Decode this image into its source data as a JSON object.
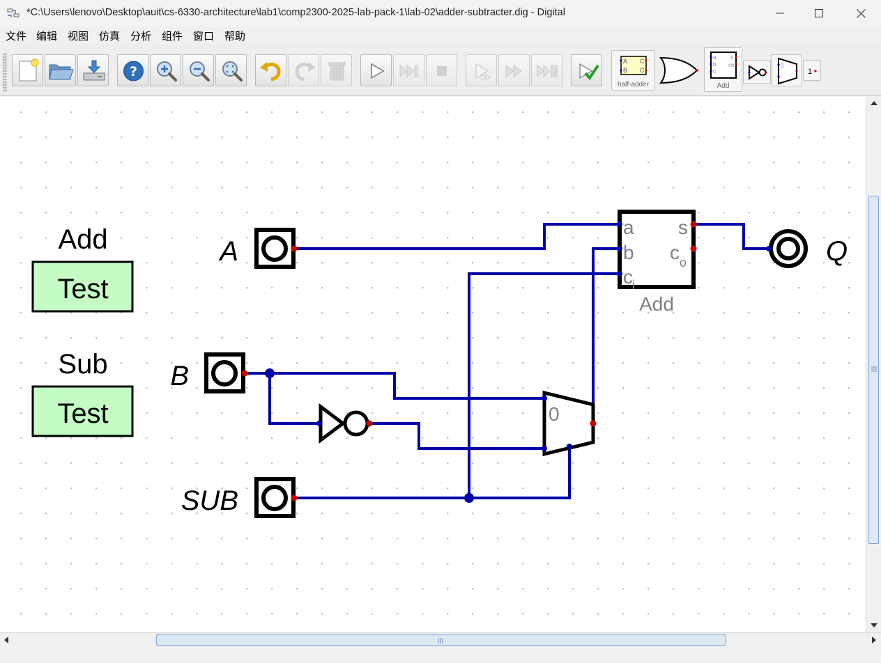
{
  "window": {
    "title": "*C:\\Users\\lenovo\\Desktop\\auit\\cs-6330-architecture\\lab1\\comp2300-2025-lab-pack-1\\lab-02\\adder-subtracter.dig - Digital",
    "controls": {
      "minimize": "minimize-icon",
      "maximize": "maximize-icon",
      "close": "close-icon"
    }
  },
  "menu": [
    "文件",
    "编辑",
    "视图",
    "仿真",
    "分析",
    "组件",
    "窗口",
    "帮助"
  ],
  "toolbar": {
    "buttons": [
      {
        "name": "new-file",
        "icon": "new-file-icon",
        "enabled": true
      },
      {
        "name": "open-file",
        "icon": "folder-open-icon",
        "enabled": true
      },
      {
        "name": "save-file",
        "icon": "save-icon",
        "enabled": true
      },
      {
        "name": "help",
        "icon": "help-icon",
        "enabled": true
      },
      {
        "name": "zoom-in",
        "icon": "zoom-in-icon",
        "enabled": true
      },
      {
        "name": "zoom-out",
        "icon": "zoom-out-icon",
        "enabled": true
      },
      {
        "name": "zoom-fit",
        "icon": "zoom-fit-icon",
        "enabled": true
      },
      {
        "name": "undo",
        "icon": "undo-icon",
        "enabled": true
      },
      {
        "name": "redo",
        "icon": "redo-icon",
        "enabled": false
      },
      {
        "name": "delete",
        "icon": "trash-icon",
        "enabled": false
      },
      {
        "name": "run",
        "icon": "play-icon",
        "enabled": true
      },
      {
        "name": "step",
        "icon": "step-icon",
        "enabled": false
      },
      {
        "name": "stop",
        "icon": "stop-icon",
        "enabled": false
      },
      {
        "name": "single-step",
        "icon": "micro-step-icon",
        "enabled": false
      },
      {
        "name": "fast-forward",
        "icon": "fast-forward-icon",
        "enabled": false
      },
      {
        "name": "run-to-break",
        "icon": "run-to-break-icon",
        "enabled": false
      },
      {
        "name": "run-tests",
        "icon": "run-tests-icon",
        "enabled": true
      }
    ],
    "recent_components": [
      {
        "name": "half-adder",
        "label": "half-adder",
        "pins": [
          "A",
          "B",
          "C",
          "C"
        ]
      },
      {
        "name": "or-gate",
        "label": ""
      },
      {
        "name": "add",
        "label": "Add",
        "pins": [
          "a",
          "b",
          "c",
          "s",
          "co"
        ]
      },
      {
        "name": "not-gate",
        "label": ""
      },
      {
        "name": "multiplexer",
        "label": "",
        "pin": "0"
      },
      {
        "name": "constant",
        "label": "1"
      }
    ]
  },
  "circuit": {
    "test_cases": [
      {
        "title": "Add",
        "button": "Test"
      },
      {
        "title": "Sub",
        "button": "Test"
      }
    ],
    "inputs": [
      {
        "label": "A"
      },
      {
        "label": "B"
      },
      {
        "label": "SUB"
      }
    ],
    "output": {
      "label": "Q"
    },
    "adder": {
      "label": "Add",
      "pins": {
        "a": "a",
        "b": "b",
        "ci_main": "c",
        "ci_sub": "i",
        "s": "s",
        "co_main": "c",
        "co_sub": "o"
      }
    },
    "mux": {
      "select_label": "0"
    }
  },
  "colors": {
    "wire": "#0000aa",
    "pin": "#cc0000",
    "test_fill": "#c4fcc4",
    "component_text": "#808080",
    "grid_dot": "#c8c8c8"
  }
}
